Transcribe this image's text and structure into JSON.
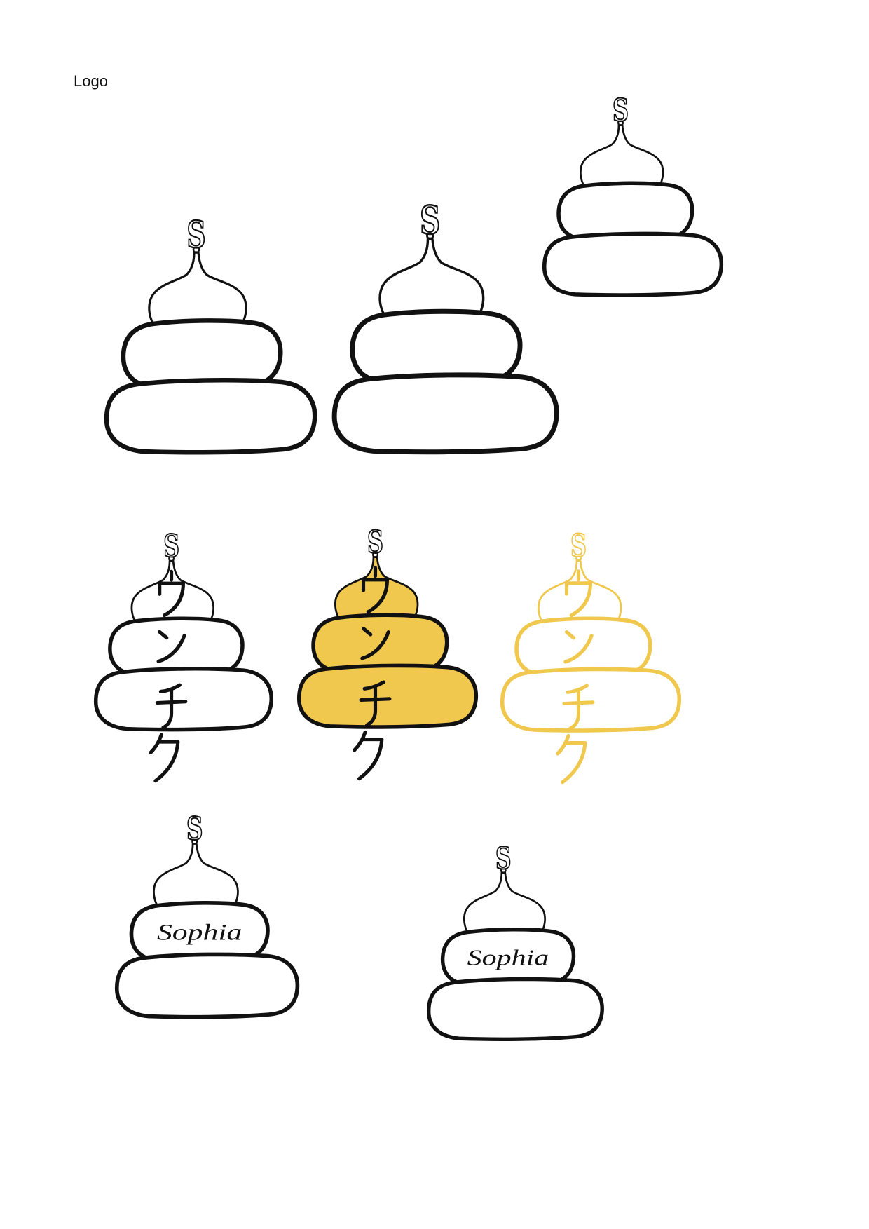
{
  "page": {
    "title": "Logo"
  },
  "colors": {
    "ink": "#111111",
    "yellow": "#F0C84E",
    "paper": "#FFFFFF"
  },
  "sketches": [
    {
      "mark": "S",
      "fill": "#FFFFFF",
      "stroke": "#111111"
    },
    {
      "mark": "S",
      "fill": "#FFFFFF",
      "stroke": "#111111"
    },
    {
      "mark": "S",
      "fill": "#FFFFFF",
      "stroke": "#111111"
    },
    {
      "mark": "S",
      "fill": "#FFFFFF",
      "stroke": "#111111",
      "katakana": "ウンチク",
      "katakana_color": "#111111"
    },
    {
      "mark": "S",
      "fill": "#F0C84E",
      "stroke": "#111111",
      "katakana": "ウンチク",
      "katakana_color": "#111111"
    },
    {
      "mark": "S",
      "fill": "#FFFFFF",
      "stroke": "#F0C84E",
      "katakana": "ウンチク",
      "katakana_color": "#F0C84E"
    },
    {
      "mark": "S",
      "fill": "#FFFFFF",
      "stroke": "#111111",
      "name": "Sophia"
    },
    {
      "mark": "S",
      "fill": "#FFFFFF",
      "stroke": "#111111",
      "name": "Sophia"
    }
  ]
}
